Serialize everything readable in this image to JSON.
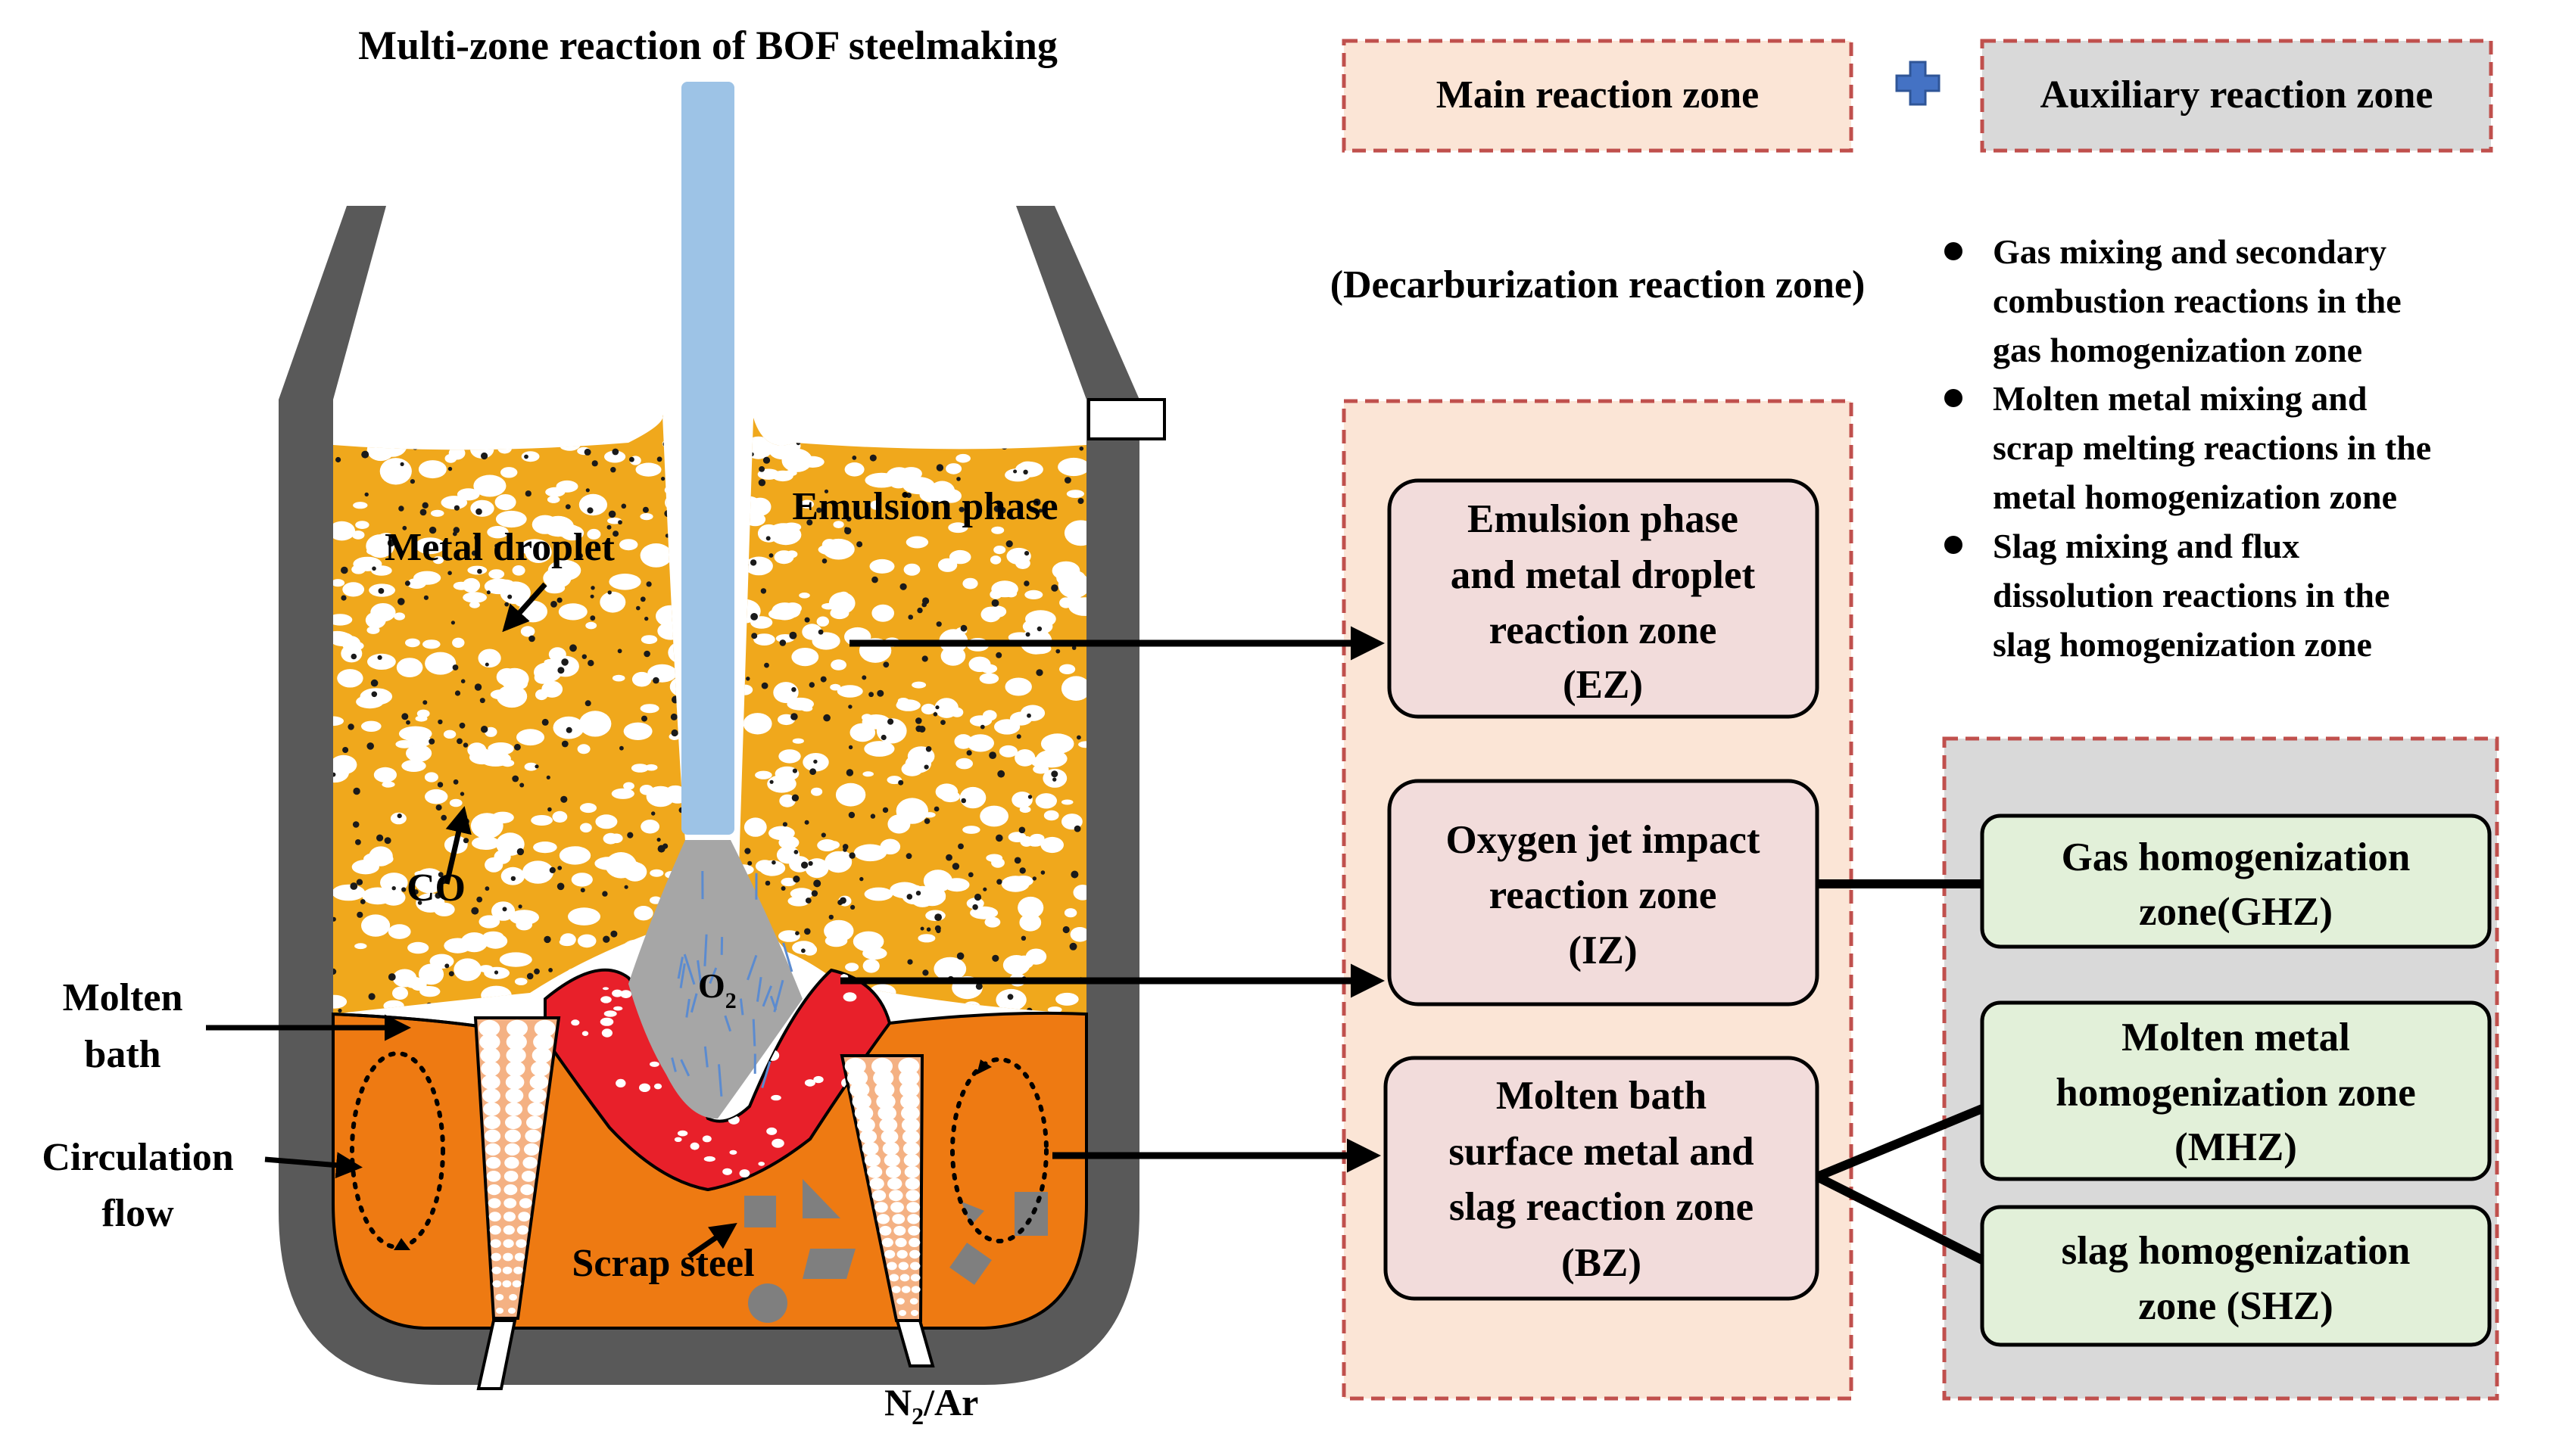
{
  "title": "Multi-zone reaction of BOF steelmaking",
  "legend": {
    "main_zone": "Main reaction zone",
    "plus_symbol": "+",
    "auxiliary_zone": "Auxiliary reaction zone",
    "decarb_note": "(Decarburization reaction zone)"
  },
  "bullets": [
    [
      "Gas mixing and secondary",
      "combustion reactions in the",
      "gas homogenization zone"
    ],
    [
      "Molten metal mixing and",
      "scrap melting reactions in the",
      "metal homogenization zone"
    ],
    [
      "Slag mixing and flux",
      "dissolution reactions in the",
      "slag homogenization zone"
    ]
  ],
  "main_zones": [
    [
      "Emulsion phase",
      "and metal droplet",
      "reaction zone",
      "(EZ)"
    ],
    [
      "Oxygen jet impact",
      "reaction zone",
      "(IZ)"
    ],
    [
      "Molten bath",
      "surface metal and",
      "slag reaction zone",
      "(BZ)"
    ]
  ],
  "aux_zones": [
    [
      "Gas homogenization",
      "zone(GHZ)"
    ],
    [
      "Molten metal",
      "homogenization zone",
      "(MHZ)"
    ],
    [
      "slag homogenization",
      "zone (SHZ)"
    ]
  ],
  "vessel_labels": {
    "metal_droplet": "Metal droplet",
    "emulsion_phase": "Emulsion phase",
    "co": "CO",
    "o2_base": "O",
    "o2_sub": "2",
    "molten_bath": [
      "Molten",
      "bath"
    ],
    "circulation": [
      "Circulation",
      "flow"
    ],
    "scrap_steel": "Scrap steel",
    "gas_n": "N",
    "gas_sub": "2",
    "gas_rest": "/Ar"
  },
  "colors": {
    "emulsion": "#F0A81C",
    "bath": "#EE7A12",
    "reaction_red": "#E8202A",
    "lance": "#9DC3E6",
    "vessel_wall": "#595959",
    "jet": "#A6A6A6",
    "main_bg": "#FBE5D6",
    "main_box": "#F2DCDB",
    "aux_bg": "#D9D9D9",
    "aux_box": "#E2F0D9",
    "dashed_border": "#C0504D",
    "plus": "#4472C4"
  }
}
